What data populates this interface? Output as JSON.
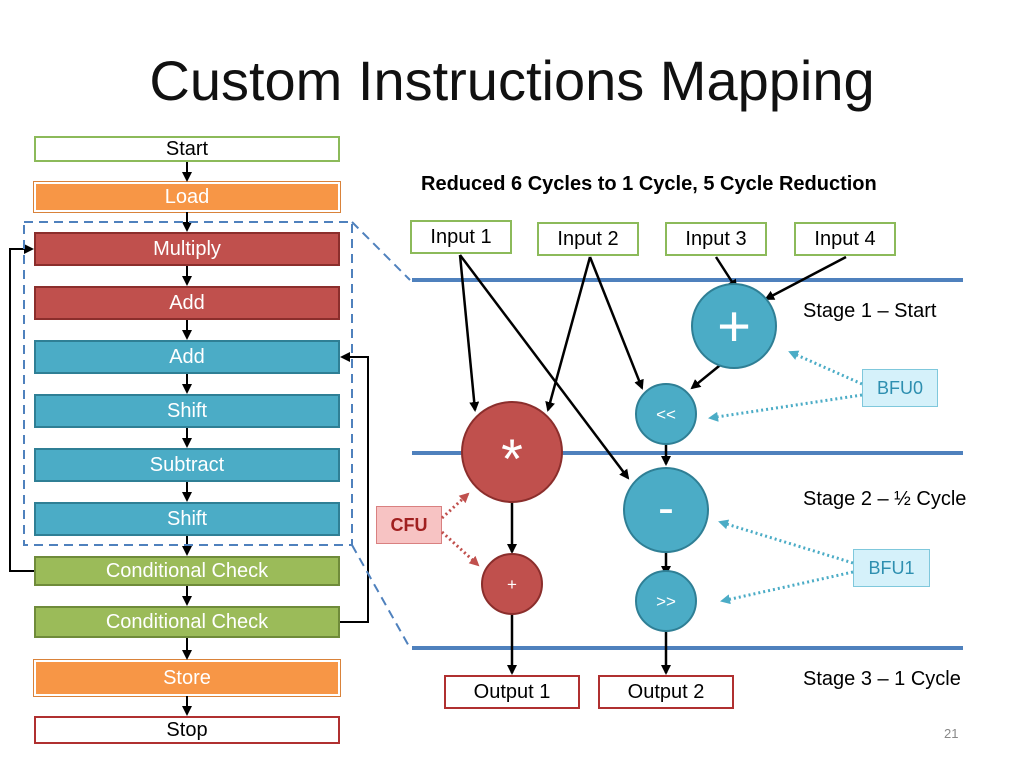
{
  "title": "Custom Instructions Mapping",
  "flow": {
    "start": "Start",
    "load": "Load",
    "multiply": "Multiply",
    "add1": "Add",
    "add2": "Add",
    "shift1": "Shift",
    "subtract": "Subtract",
    "shift2": "Shift",
    "cond1": "Conditional Check",
    "cond2": "Conditional Check",
    "store": "Store",
    "stop": "Stop"
  },
  "headline": "Reduced 6 Cycles to 1 Cycle, 5 Cycle Reduction",
  "inputs": [
    "Input 1",
    "Input 2",
    "Input 3",
    "Input 4"
  ],
  "outputs": [
    "Output 1",
    "Output 2"
  ],
  "stages": [
    "Stage 1 – Start",
    "Stage 2 – ½ Cycle",
    "Stage 3 – 1 Cycle"
  ],
  "units": {
    "bfu0": "BFU0",
    "bfu1": "BFU1",
    "cfu": "CFU"
  },
  "ops": {
    "plus_big": "+",
    "shl": "<<",
    "mul": "*",
    "minus": "-",
    "plus_small": "+",
    "shr": ">>"
  },
  "page_number": "21",
  "colors": {
    "red": "#c0504d",
    "blue": "#4bacc6",
    "green": "#9bbb59",
    "orange": "#f79646",
    "stage_line": "#4f81bd",
    "dashed_outline": "#4f81bd"
  }
}
